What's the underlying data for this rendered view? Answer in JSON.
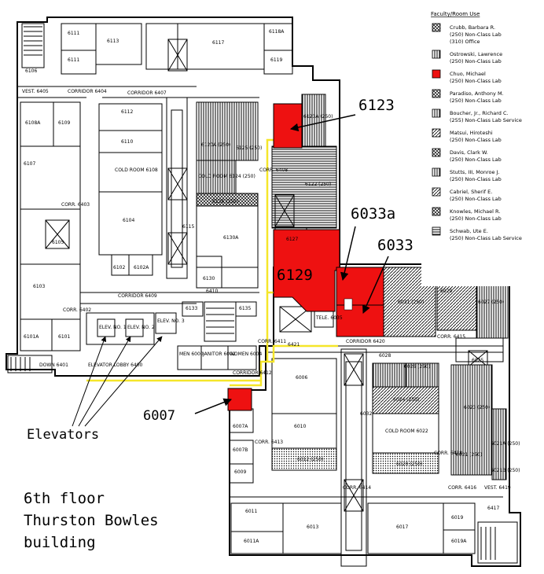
{
  "legend": {
    "title": "Faculty/Room Use",
    "entries": [
      {
        "name": "Crubb, Barbara R.",
        "lines": [
          "(250)   Non-Class Lab",
          "(310)   Office"
        ]
      },
      {
        "name": "Ostrowski, Lawrence",
        "lines": [
          "(250)   Non-Class Lab"
        ]
      },
      {
        "name": "Chuo, Michael",
        "lines": [
          "(250)   Non-Class Lab"
        ],
        "color": "#ee1111"
      },
      {
        "name": "Paradiso, Anthony M.",
        "lines": [
          "(250)   Non-Class Lab"
        ]
      },
      {
        "name": "Boucher, Jr., Richard C.",
        "lines": [
          "(255)   Non-Class Lab Service"
        ]
      },
      {
        "name": "Matsui, Hiroteshi",
        "lines": [
          "(250)   Non-Class Lab"
        ]
      },
      {
        "name": "Davis, Clark W.",
        "lines": [
          "(250)   Non-Class Lab"
        ]
      },
      {
        "name": "Stutts, III, Monroe J.",
        "lines": [
          "(250)   Non-Class Lab"
        ]
      },
      {
        "name": "Cabriel, Sherif E.",
        "lines": [
          "(250)   Non-Class Lab"
        ]
      },
      {
        "name": "Knowles, Michael R.",
        "lines": [
          "(250)   Non-Class Lab"
        ]
      },
      {
        "name": "Schwab, Ute E.",
        "lines": [
          "(250)   Non-Class Lab Service"
        ]
      }
    ]
  },
  "callouts": {
    "r6123": "6123",
    "r6033a": "6033a",
    "r6033": "6033",
    "r6129": "6129",
    "r6007": "6007",
    "elevators": "Elevators"
  },
  "caption": {
    "line1": "6th floor",
    "line2": "Thurston Bowles",
    "line3": "building"
  },
  "rooms": {
    "r6111": "6111",
    "r6113": "6113",
    "r6117": "6117",
    "r6118a": "6118A",
    "r6111b": "6111",
    "r6119": "6119",
    "r6106": "6106",
    "vest6405": "VEST. 6405",
    "corr6404": "CORRIDOR 6404",
    "corr6407": "CORRIDOR 6407",
    "r6108a": "6108A",
    "r6109": "6109",
    "r6112": "6112",
    "r6110": "6110",
    "r6120a": "6120A (250)",
    "r6125": "6125 (250)",
    "r6123a": "6123A (250)",
    "coldroom6108": "COLD ROOM 6108",
    "coldroom6124": "COLD ROOM 6124 (250)",
    "r6126": "6126 (250)",
    "r6122": "6122 (250)",
    "r6107": "6107",
    "r6104": "6104",
    "corr6403": "CORR. 6403",
    "corr6408": "CORR. 6408",
    "r6115": "6115",
    "r6130a": "6130A",
    "r6127": "6127",
    "r6105": "6105",
    "r6102": "6102",
    "r6102a": "6102A",
    "r6130": "6130",
    "r6103": "6103",
    "corr6409": "CORRIDOR 6409",
    "r6410": "6410",
    "r6133": "6133",
    "r6135": "6135",
    "corr6402": "CORR. 6402",
    "r6101a": "6101A",
    "r6101": "6101",
    "elev1": "ELEV. NO. 1",
    "elev2": "ELEV. NO. 2",
    "elev3": "ELEV. NO. 3",
    "men6000": "MEN 6000",
    "janitor6002": "JANITOR 6002",
    "women6004": "WOMEN 6004",
    "corr6411": "CORR. 6411",
    "r6421": "6421",
    "tele6035": "TELE. 6035",
    "corridor6420": "CORRIDOR 6420",
    "r6028": "6028",
    "r6031": "6031 (250)",
    "r6027": "6027 (250)",
    "r6029": "6029",
    "corr6415": "CORR. 6415",
    "r6025": "6025",
    "lobby6400": "ELEVATOR LOBBY 6400",
    "down6401": "DOWN 6401",
    "corridor6412": "CORRIDOR 6412",
    "r6006": "6006",
    "r6026": "6026 (250)",
    "r6024": "6024 (250)",
    "r6023": "6023 (250)",
    "r6010": "6010",
    "r6032": "6032",
    "coldroom6022": "COLD ROOM 6022",
    "r6007a": "6007A",
    "corr6413": "CORR. 6413",
    "r6007b": "6007B",
    "r6009": "6009",
    "r6012": "6012 (250)",
    "r6020": "6020 (250)",
    "corr6418": "CORR. 6418",
    "r6021": "6021 (250)",
    "r6021a": "6021A (250)",
    "r6021b": "6021B (250)",
    "corr6414": "CORR. 6414",
    "corr6416": "CORR. 6416",
    "vest6419": "VEST. 6419",
    "r6011": "6011",
    "r6013": "6013",
    "r6017": "6017",
    "r6019": "6019",
    "r6417": "6417",
    "r6011a": "6011A",
    "r6019a": "6019A"
  },
  "colors": {
    "highlight": "#ee1111",
    "path": "#f5e62a",
    "wall": "#000000"
  }
}
